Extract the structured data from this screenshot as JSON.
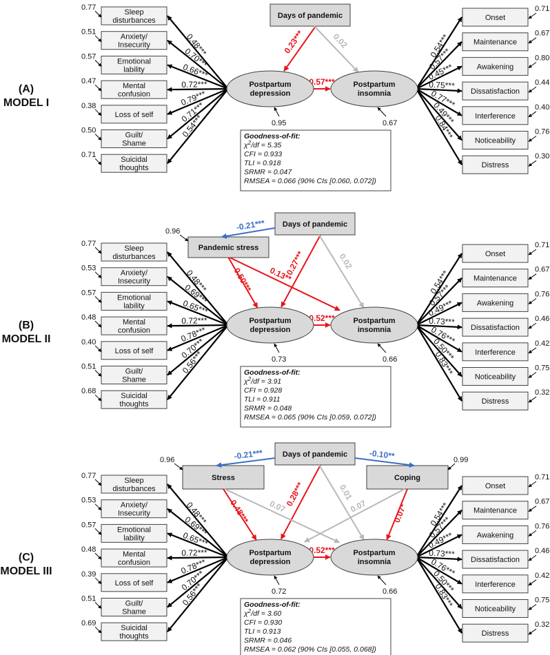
{
  "models": [
    {
      "letter": "(A)",
      "name": "MODEL I",
      "left_indicators": [
        {
          "label": [
            "Sleep",
            "disturbances"
          ],
          "error": "0.77",
          "loading": "0.48***"
        },
        {
          "label": [
            "Anxiety/",
            "Insecurity"
          ],
          "error": "0.51",
          "loading": "0.70***"
        },
        {
          "label": [
            "Emotional",
            "lability"
          ],
          "error": "0.57",
          "loading": "0.66***"
        },
        {
          "label": [
            "Mental",
            "confusion"
          ],
          "error": "0.47",
          "loading": "0.72***"
        },
        {
          "label": [
            "Loss of self"
          ],
          "error": "0.38",
          "loading": "0.79***"
        },
        {
          "label": [
            "Guilt/",
            "Shame"
          ],
          "error": "0.50",
          "loading": "0.71***"
        },
        {
          "label": [
            "Suicidal",
            "thoughts"
          ],
          "error": "0.71",
          "loading": "0.54***"
        }
      ],
      "right_indicators": [
        {
          "label": "Onset",
          "error": "0.71",
          "loading": "0.54***"
        },
        {
          "label": "Maintenance",
          "error": "0.67",
          "loading": "0.57***"
        },
        {
          "label": "Awakening",
          "error": "0.80",
          "loading": "0.45***"
        },
        {
          "label": "Dissatisfaction",
          "error": "0.44",
          "loading": "0.75***"
        },
        {
          "label": "Interference",
          "error": "0.40",
          "loading": "0.77***"
        },
        {
          "label": "Noticeability",
          "error": "0.76",
          "loading": "0.49***"
        },
        {
          "label": "Distress",
          "error": "0.30",
          "loading": "0.84***"
        }
      ],
      "days_label": "Days of pandemic",
      "stress": null,
      "coping": null,
      "latent_dep": [
        "Postpartum",
        "depression"
      ],
      "latent_ins": [
        "Postpartum",
        "insomnia"
      ],
      "dep_error": "0.95",
      "ins_error": "0.67",
      "paths": {
        "days_dep": "0.23***",
        "days_ins": "0.02",
        "dep_ins": "0.57***"
      },
      "fit": {
        "title": "Goodness-of-fit:",
        "chi_prefix": "χ",
        "chi_sup": "2",
        "chi_rest": "/df = 5.35",
        "lines": [
          "CFI = 0.933",
          "TLI = 0.918",
          "SRMR = 0.047",
          "RMSEA = 0.066 (90% CIs [0.060, 0.072])"
        ]
      }
    },
    {
      "letter": "(B)",
      "name": "MODEL II",
      "left_indicators": [
        {
          "label": [
            "Sleep",
            "disturbances"
          ],
          "error": "0.77",
          "loading": "0.48***"
        },
        {
          "label": [
            "Anxiety/",
            "Insecurity"
          ],
          "error": "0.53",
          "loading": "0.69***"
        },
        {
          "label": [
            "Emotional",
            "lability"
          ],
          "error": "0.57",
          "loading": "0.65***"
        },
        {
          "label": [
            "Mental",
            "confusion"
          ],
          "error": "0.48",
          "loading": "0.72***"
        },
        {
          "label": [
            "Loss of self"
          ],
          "error": "0.40",
          "loading": "0.78***"
        },
        {
          "label": [
            "Guilt/",
            "Shame"
          ],
          "error": "0.51",
          "loading": "0.70***"
        },
        {
          "label": [
            "Suicidal",
            "thoughts"
          ],
          "error": "0.68",
          "loading": "0.56***"
        }
      ],
      "right_indicators": [
        {
          "label": "Onset",
          "error": "0.71",
          "loading": "0.54***"
        },
        {
          "label": "Maintenance",
          "error": "0.67",
          "loading": "0.57***"
        },
        {
          "label": "Awakening",
          "error": "0.76",
          "loading": "0.49***"
        },
        {
          "label": "Dissatisfaction",
          "error": "0.46",
          "loading": "0.73***"
        },
        {
          "label": "Interference",
          "error": "0.42",
          "loading": "0.76***"
        },
        {
          "label": "Noticeability",
          "error": "0.75",
          "loading": "0.50***"
        },
        {
          "label": "Distress",
          "error": "0.32",
          "loading": "0.83***"
        }
      ],
      "days_label": "Days of pandemic",
      "stress": {
        "label": "Pandemic stress",
        "error": "0.96"
      },
      "coping": null,
      "latent_dep": [
        "Postpartum",
        "depression"
      ],
      "latent_ins": [
        "Postpartum",
        "insomnia"
      ],
      "dep_error": "0.73",
      "ins_error": "0.66",
      "paths": {
        "days_stress": "-0.21***",
        "days_dep": "0.27***",
        "days_ins": "0.02",
        "stress_dep": "0.50***",
        "stress_ins": "0.13**",
        "dep_ins": "0.52***"
      },
      "fit": {
        "title": "Goodness-of-fit:",
        "chi_prefix": "χ",
        "chi_sup": "2",
        "chi_rest": "/df = 3.91",
        "lines": [
          "CFI = 0.928",
          "TLI = 0.911",
          "SRMR = 0.048",
          "RMSEA = 0.065 (90% CIs [0.059, 0.072])"
        ]
      }
    },
    {
      "letter": "(C)",
      "name": "MODEL III",
      "left_indicators": [
        {
          "label": [
            "Sleep",
            "disturbances"
          ],
          "error": "0.77",
          "loading": "0.48***"
        },
        {
          "label": [
            "Anxiety/",
            "Insecurity"
          ],
          "error": "0.53",
          "loading": "0.69***"
        },
        {
          "label": [
            "Emotional",
            "lability"
          ],
          "error": "0.57",
          "loading": "0.65***"
        },
        {
          "label": [
            "Mental",
            "confusion"
          ],
          "error": "0.48",
          "loading": "0.72***"
        },
        {
          "label": [
            "Loss of self"
          ],
          "error": "0.39",
          "loading": "0.78***"
        },
        {
          "label": [
            "Guilt/",
            "Shame"
          ],
          "error": "0.51",
          "loading": "0.70***"
        },
        {
          "label": [
            "Suicidal",
            "thoughts"
          ],
          "error": "0.69",
          "loading": "0.56***"
        }
      ],
      "right_indicators": [
        {
          "label": "Onset",
          "error": "0.71",
          "loading": "0.54***"
        },
        {
          "label": "Maintenance",
          "error": "0.67",
          "loading": "0.57***"
        },
        {
          "label": "Awakening",
          "error": "0.76",
          "loading": "0.49***"
        },
        {
          "label": "Dissatisfaction",
          "error": "0.46",
          "loading": "0.73***"
        },
        {
          "label": "Interference",
          "error": "0.42",
          "loading": "0.76***"
        },
        {
          "label": "Noticeability",
          "error": "0.75",
          "loading": "0.50***"
        },
        {
          "label": "Distress",
          "error": "0.32",
          "loading": "0.83***"
        }
      ],
      "days_label": "Days of pandemic",
      "stress": {
        "label": "Stress",
        "error": "0.96"
      },
      "coping": {
        "label": "Coping",
        "error": "0.99"
      },
      "latent_dep": [
        "Postpartum",
        "depression"
      ],
      "latent_ins": [
        "Postpartum",
        "insomnia"
      ],
      "dep_error": "0.72",
      "ins_error": "0.66",
      "paths": {
        "days_stress": "-0.21***",
        "days_coping": "-0.10**",
        "days_dep": "0.28***",
        "days_ins": "0.01",
        "stress_dep": "0.48***",
        "stress_ins": "0.07",
        "coping_dep": "0.07",
        "coping_ins": "0.07*",
        "dep_ins": "0.52***"
      },
      "fit": {
        "title": "Goodness-of-fit:",
        "chi_prefix": "χ",
        "chi_sup": "2",
        "chi_rest": "/df = 3.60",
        "lines": [
          "CFI = 0.930",
          "TLI = 0.913",
          "SRMR = 0.046",
          "RMSEA = 0.062 (90% CIs [0.055, 0.068])"
        ]
      }
    }
  ],
  "colors": {
    "positive_significant": "#e8141b",
    "negative_significant": "#3a6fc4",
    "nonsignificant": "#b8b8b8",
    "loading": "#000000"
  }
}
